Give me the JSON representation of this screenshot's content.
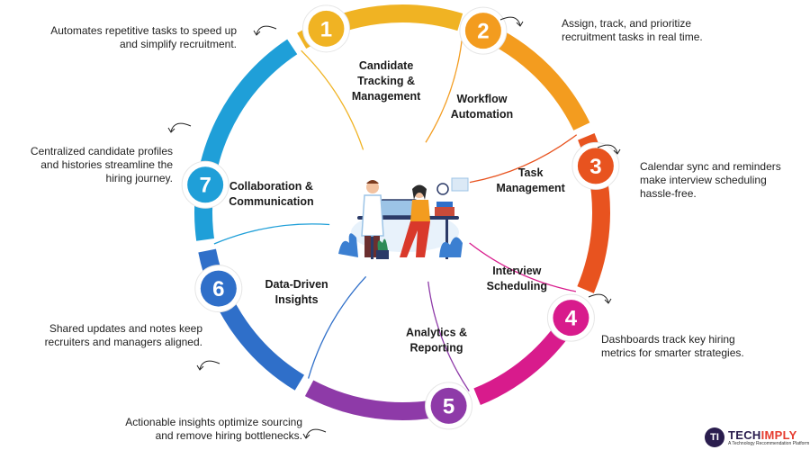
{
  "segments": [
    {
      "number": "1",
      "title_lines": [
        "Candidate",
        "Tracking &",
        "Management"
      ],
      "description_lines": [
        "Centralized candidate profiles",
        "and histories streamline the",
        "hiring journey."
      ],
      "color": "#f0b323"
    },
    {
      "number": "2",
      "title_lines": [
        "Workflow",
        "Automation"
      ],
      "description_lines": [
        "Automates repetitive tasks to speed up",
        "and simplify recruitment."
      ],
      "color": "#f39c1f"
    },
    {
      "number": "3",
      "title_lines": [
        "Task",
        "Management"
      ],
      "description_lines": [
        "Assign, track, and prioritize",
        "recruitment tasks in real time."
      ],
      "color": "#e8531f"
    },
    {
      "number": "4",
      "title_lines": [
        "Interview",
        "Scheduling"
      ],
      "description_lines": [
        "Calendar sync and reminders",
        "make interview scheduling",
        "hassle-free."
      ],
      "color": "#d81b8c"
    },
    {
      "number": "5",
      "title_lines": [
        "Analytics &",
        "Reporting"
      ],
      "description_lines": [
        "Dashboards track key hiring",
        "metrics for smarter strategies."
      ],
      "color": "#8e3aa8"
    },
    {
      "number": "6",
      "title_lines": [
        "Data-Driven",
        "Insights"
      ],
      "description_lines": [
        "Actionable insights optimize sourcing",
        "and remove hiring bottlenecks."
      ],
      "color": "#2f6fc9"
    },
    {
      "number": "7",
      "title_lines": [
        "Collaboration &",
        "Communication"
      ],
      "description_lines": [
        "Shared updates and notes keep",
        "recruiters and managers aligned."
      ],
      "color": "#1f9fd8"
    }
  ],
  "logo": {
    "mark": "TI",
    "brand_main": "TECH",
    "brand_accent": "IMPLY",
    "tagline": "A Technology Recommendation Platform"
  }
}
